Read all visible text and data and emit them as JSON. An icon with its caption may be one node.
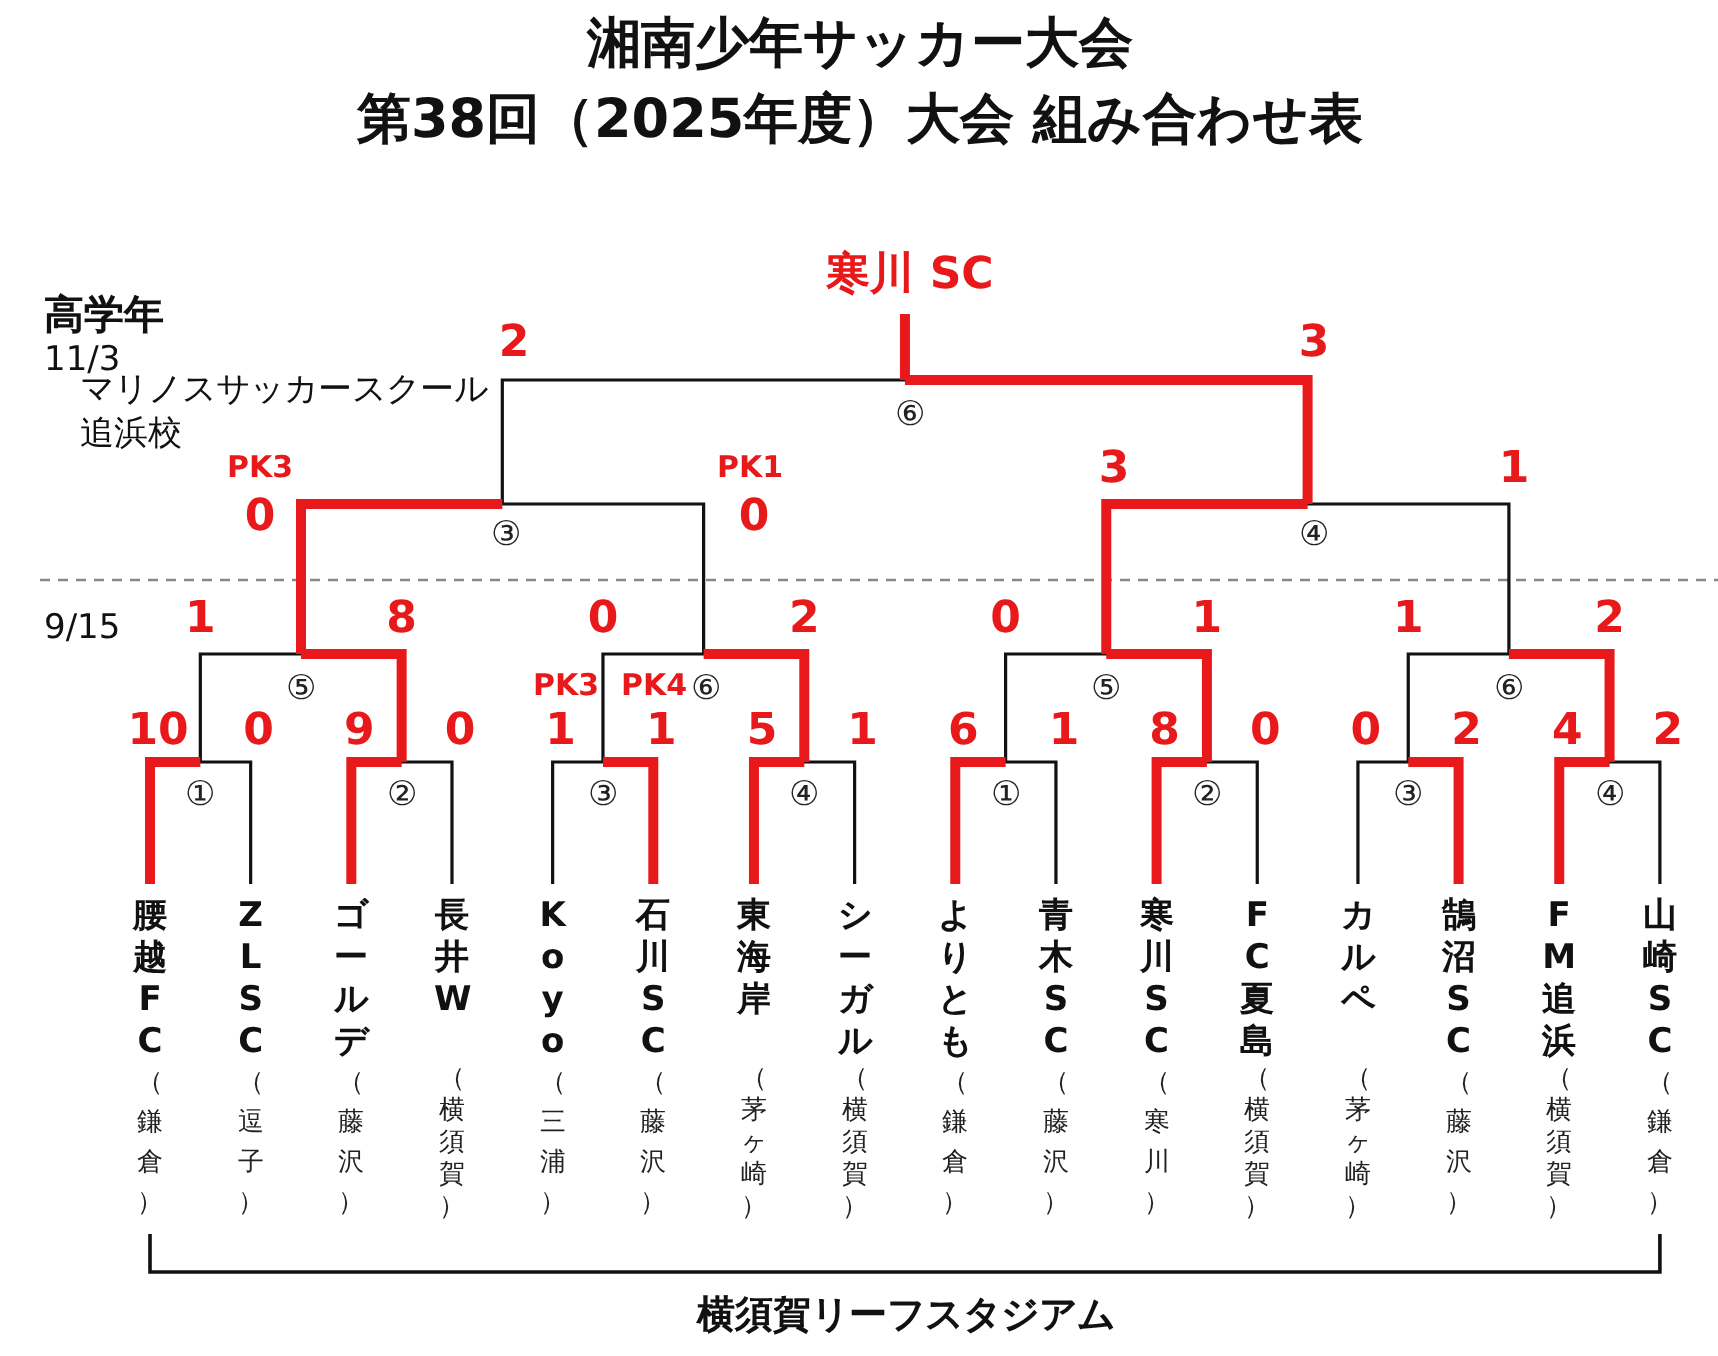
{
  "diagram": {
    "title": "湘南少年サッカー大会",
    "labels": [
      "第38回（2025年度）大会 組み合わせ表",
      "高学年",
      "寒川 SC",
      "11/3",
      "2",
      "3",
      "マリノスサッカースクール追浜校",
      "⑥",
      "PK3",
      "PK1",
      "0",
      "0",
      "3",
      "1",
      "③",
      "④",
      "9/15",
      "1",
      "8",
      "0",
      "2",
      "0",
      "1",
      "1",
      "2",
      "⑤",
      "PK3",
      "PK4",
      "⑥",
      "⑤",
      "⑥",
      "10",
      "0",
      "9",
      "0",
      "1",
      "1",
      "5",
      "1",
      "6",
      "1",
      "8",
      "0",
      "0",
      "2",
      "4",
      "2",
      "①",
      "②",
      "③",
      "④",
      "①",
      "②",
      "③",
      "④",
      "腰越FC",
      "ZLSC",
      "ゴールデ",
      "長井W",
      "Koyo",
      "石川SC",
      "東海岸",
      "シーガル",
      "よりとも",
      "青木SC",
      "寒川SC",
      "FC夏島",
      "カルペ",
      "鵠沼SC",
      "FM追浜",
      "山崎SC",
      "（鎌倉）",
      "（逗子）",
      "（藤沢）",
      "（横須賀）",
      "（三浦）",
      "（藤沢）",
      "（茅ヶ崎）",
      "（横須賀）",
      "（鎌倉）",
      "（藤沢）",
      "（寒川）",
      "（横須賀）",
      "（茅ヶ崎）",
      "（藤沢）",
      "（横須賀）",
      "（鎌倉）",
      "横須賀リーフスタジアム"
    ]
  }
}
